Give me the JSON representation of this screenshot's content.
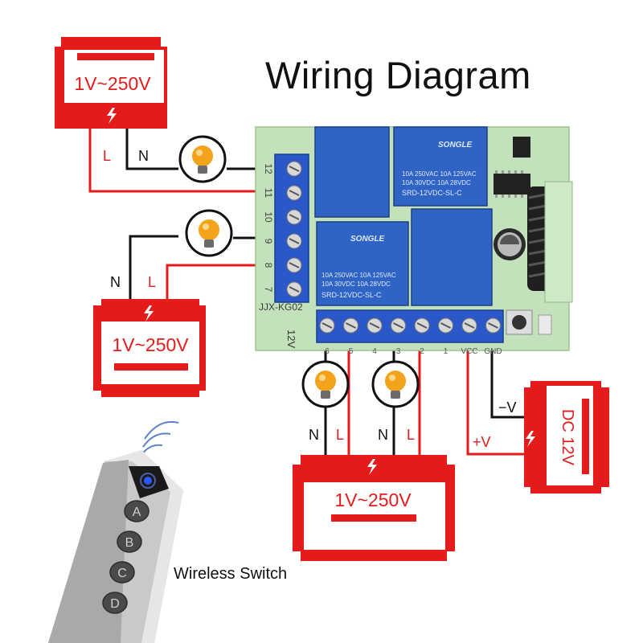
{
  "title": "Wiring Diagram",
  "supplies": {
    "top_left": "1V~250V",
    "mid_left": "1V~250V",
    "bottom": "1V~250V",
    "dc": "DC 12V"
  },
  "wire_labels": {
    "L": "L",
    "N": "N",
    "plus_v": "+V",
    "minus_v": "−V"
  },
  "board": {
    "model": "JJX-KG02",
    "voltage": "12V",
    "left_pins": [
      "12",
      "11",
      "10",
      "9",
      "8",
      "7"
    ],
    "bottom_pins": [
      "6",
      "5",
      "4",
      "3",
      "2",
      "1",
      "VCC",
      "GND"
    ],
    "relay_brand": "SONGLE",
    "relay_rating_1": "10A 250VAC 10A 125VAC",
    "relay_rating_2": "10A 30VDC 10A 28VDC",
    "relay_part": "SRD-12VDC-SL-C"
  },
  "remote": {
    "caption": "Wireless Switch",
    "buttons": [
      "A",
      "B",
      "C",
      "D"
    ]
  },
  "colors": {
    "wire_red": "#e41b1b",
    "wire_black": "#111111",
    "box_red": "#e41b1b",
    "board_green": "#bfe0b7",
    "relay_blue": "#2f63c4",
    "terminal_blue": "#2a58c8",
    "bulb_yellow": "#f3a21c"
  },
  "icons": {
    "bulb": "light-bulb-icon",
    "lightning": "lightning-icon",
    "remote": "remote-control-icon"
  }
}
